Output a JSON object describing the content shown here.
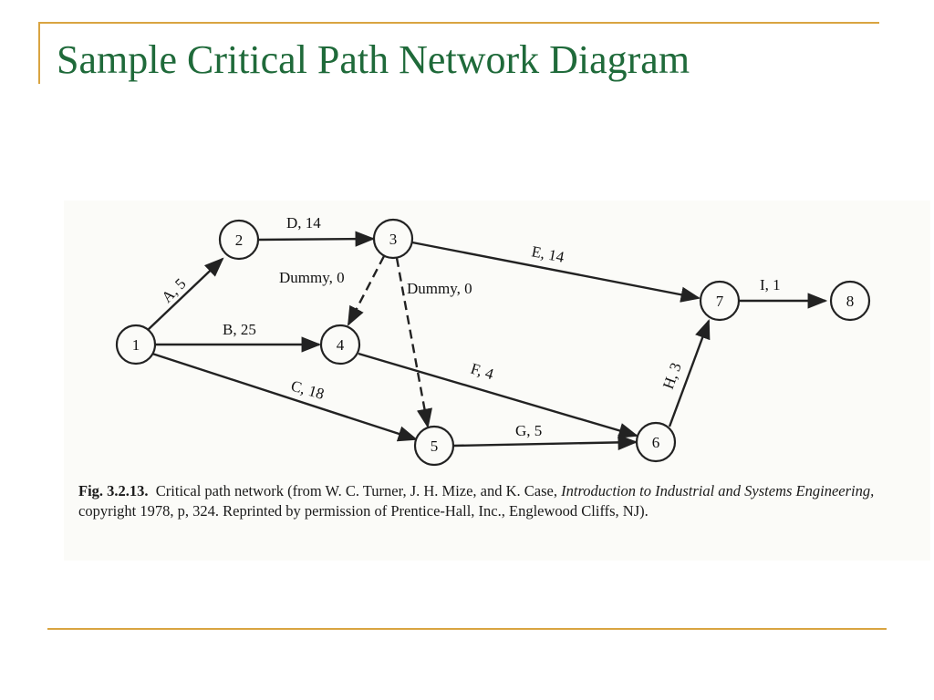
{
  "slide": {
    "title": "Sample Critical Path Network Diagram",
    "title_color": "#1f6a3a",
    "frame_color": "#d9a441"
  },
  "diagram": {
    "nodes": [
      {
        "id": "n1",
        "label": "1"
      },
      {
        "id": "n2",
        "label": "2"
      },
      {
        "id": "n3",
        "label": "3"
      },
      {
        "id": "n4",
        "label": "4"
      },
      {
        "id": "n5",
        "label": "5"
      },
      {
        "id": "n6",
        "label": "6"
      },
      {
        "id": "n7",
        "label": "7"
      },
      {
        "id": "n8",
        "label": "8"
      }
    ],
    "edges": [
      {
        "from": "1",
        "to": "2",
        "label": "A, 5",
        "dashed": false
      },
      {
        "from": "2",
        "to": "3",
        "label": "D, 14",
        "dashed": false
      },
      {
        "from": "1",
        "to": "4",
        "label": "B, 25",
        "dashed": false
      },
      {
        "from": "1",
        "to": "5",
        "label": "C, 18",
        "dashed": false
      },
      {
        "from": "3",
        "to": "7",
        "label": "E, 14",
        "dashed": false
      },
      {
        "from": "3",
        "to": "4",
        "label": "Dummy, 0",
        "dashed": true
      },
      {
        "from": "3",
        "to": "5",
        "label": "Dummy, 0",
        "dashed": true
      },
      {
        "from": "4",
        "to": "6",
        "label": "F, 4",
        "dashed": false
      },
      {
        "from": "5",
        "to": "6",
        "label": "G, 5",
        "dashed": false
      },
      {
        "from": "6",
        "to": "7",
        "label": "H, 3",
        "dashed": false
      },
      {
        "from": "7",
        "to": "8",
        "label": "I, 1",
        "dashed": false
      }
    ]
  },
  "caption": {
    "fig_label": "Fig. 3.2.13.",
    "text1": "Critical path network (from W. C. Turner, J. H. Mize, and K. Case,",
    "book_title": "Introduction to Industrial and Systems Engineering,",
    "text2": "copyright 1978, p, 324. Reprinted by permission of Prentice-Hall, Inc., Englewood Cliffs, NJ)."
  }
}
